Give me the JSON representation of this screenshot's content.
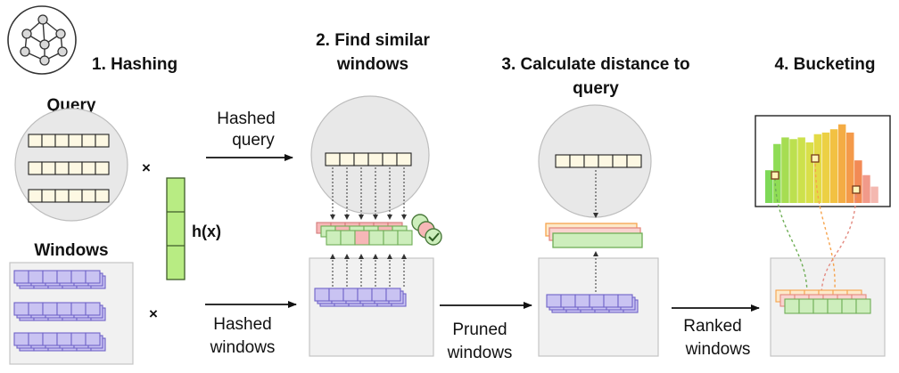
{
  "steps": {
    "s1": "1. Hashing",
    "s2_line1": "2. Find similar",
    "s2_line2": "windows",
    "s3_line1": "3. Calculate distance to",
    "s3_line2": "query",
    "s4": "4. Bucketing"
  },
  "labels": {
    "query": "Query",
    "windows": "Windows",
    "hash_fn": "h(x)",
    "hashed_query_1": "Hashed",
    "hashed_query_2": "query",
    "hashed_windows_1": "Hashed",
    "hashed_windows_2": "windows",
    "pruned_1": "Pruned",
    "pruned_2": "windows",
    "ranked_1": "Ranked",
    "ranked_2": "windows",
    "times": "×"
  },
  "icons": {
    "logo": "network-graph-icon",
    "match": "check-badge-icon"
  },
  "histogram": {
    "values": [
      0.4,
      0.72,
      0.8,
      0.78,
      0.8,
      0.74,
      0.84,
      0.86,
      0.9,
      0.96,
      0.86,
      0.52,
      0.34,
      0.2
    ],
    "colors": [
      "#7ed957",
      "#8fdc55",
      "#a6dd52",
      "#bce04f",
      "#cde14c",
      "#d9df49",
      "#e3da46",
      "#ecd044",
      "#f2c142",
      "#f4ac44",
      "#f49a4a",
      "#f28a55",
      "#f19a8a",
      "#f4b8b0"
    ]
  },
  "colors": {
    "query_cell": "#fdf8e3",
    "window_cell": "#c9c3f2",
    "window_stroke": "#6f63c8",
    "green_cell": "#cdeebc",
    "green_stroke": "#6fae56",
    "hash_bar": "#b8ec83",
    "red_cell": "#f7b7b7",
    "orange": "#f6a34d",
    "circle_fill": "#e8e8e8",
    "box_fill": "#f1f1f1"
  }
}
